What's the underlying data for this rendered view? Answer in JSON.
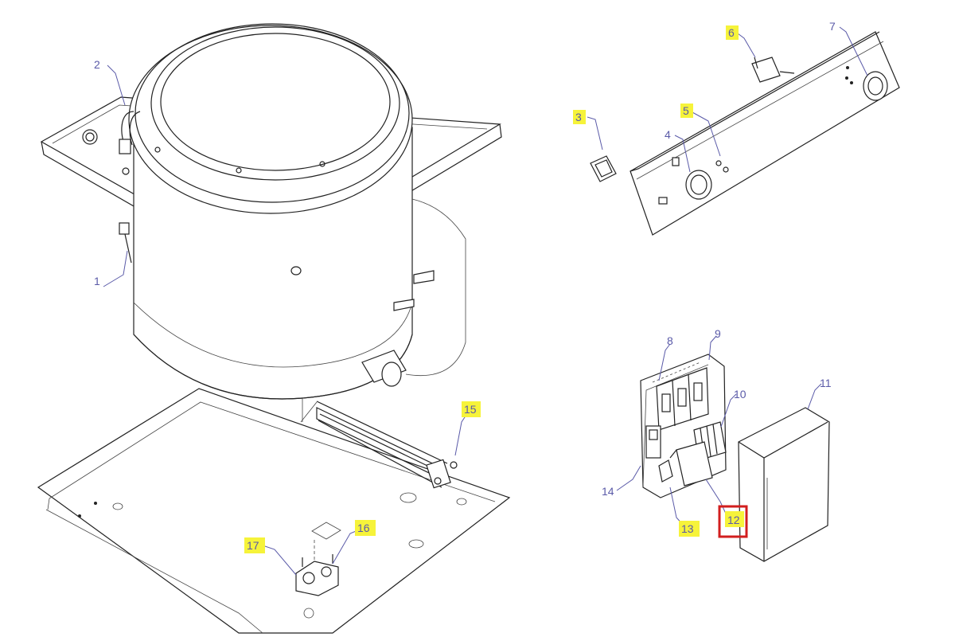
{
  "diagram": {
    "callouts": [
      {
        "id": "c1",
        "text": "1",
        "highlight": false,
        "boxed": false
      },
      {
        "id": "c2",
        "text": "2",
        "highlight": false,
        "boxed": false
      },
      {
        "id": "c3",
        "text": "3",
        "highlight": true,
        "boxed": false
      },
      {
        "id": "c4",
        "text": "4",
        "highlight": false,
        "boxed": false
      },
      {
        "id": "c5",
        "text": "5",
        "highlight": true,
        "boxed": false
      },
      {
        "id": "c6",
        "text": "6",
        "highlight": true,
        "boxed": false
      },
      {
        "id": "c7",
        "text": "7",
        "highlight": false,
        "boxed": false
      },
      {
        "id": "c8",
        "text": "8",
        "highlight": false,
        "boxed": false
      },
      {
        "id": "c9",
        "text": "9",
        "highlight": false,
        "boxed": false
      },
      {
        "id": "c10",
        "text": "10",
        "highlight": false,
        "boxed": false
      },
      {
        "id": "c11",
        "text": "11",
        "highlight": false,
        "boxed": false
      },
      {
        "id": "c12",
        "text": "12",
        "highlight": true,
        "boxed": true
      },
      {
        "id": "c13",
        "text": "13",
        "highlight": true,
        "boxed": false
      },
      {
        "id": "c14",
        "text": "14",
        "highlight": false,
        "boxed": false
      },
      {
        "id": "c15",
        "text": "15",
        "highlight": true,
        "boxed": false
      },
      {
        "id": "c16",
        "text": "16",
        "highlight": true,
        "boxed": false
      },
      {
        "id": "c17",
        "text": "17",
        "highlight": true,
        "boxed": false
      }
    ],
    "colors": {
      "line": "#222222",
      "label": "#5a5aa8",
      "highlight": "#f6f33a",
      "selection_box": "#d21e1e",
      "background": "#ffffff"
    }
  }
}
